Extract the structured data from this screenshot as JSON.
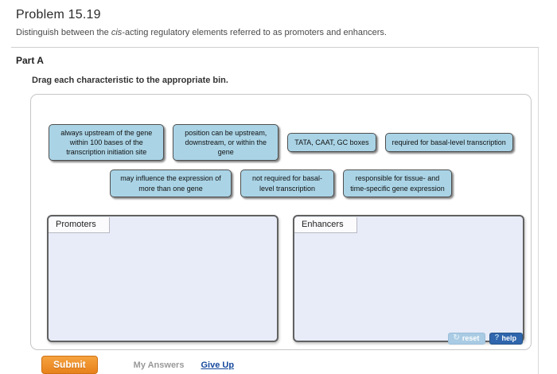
{
  "header": {
    "title": "Problem 15.19",
    "subtitle_pre": "Distinguish between the ",
    "subtitle_italic": "cis",
    "subtitle_post": "-acting regulatory elements referred to as promoters and enhancers."
  },
  "part": {
    "label": "Part A",
    "instruction": "Drag each characteristic to the appropriate bin."
  },
  "chips": [
    "always upstream of the gene within 100 bases of the transcription initiation site",
    "position can be upstream, downstream, or within the gene",
    "TATA, CAAT, GC boxes",
    "required for basal-level transcription",
    "may influence the expression of more than one gene",
    "not required for basal-level transcription",
    "responsible for tissue- and time-specific gene expression"
  ],
  "bins": [
    {
      "label": "Promoters"
    },
    {
      "label": "Enhancers"
    }
  ],
  "controls": {
    "reset_icon": "↻",
    "reset_label": "reset",
    "help_icon": "?",
    "help_label": "help"
  },
  "footer": {
    "submit_label": "Submit",
    "my_answers_label": "My Answers",
    "give_up_label": "Give Up"
  },
  "colors": {
    "chip_bg": "#aad4e6",
    "bin_bg": "#e8ecf8",
    "submit_orange": "#e8811b",
    "help_blue": "#2f66ad",
    "reset_blue": "#a9cbe3"
  }
}
